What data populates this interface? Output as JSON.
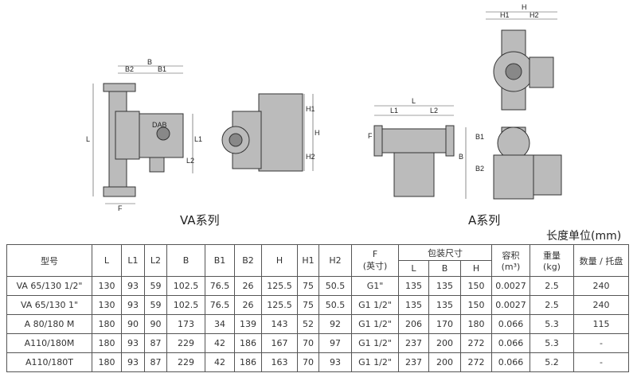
{
  "drawings": {
    "va_caption": "VA系列",
    "a_caption": "A系列",
    "labels": {
      "B": "B",
      "B1": "B1",
      "B2": "B2",
      "L": "L",
      "L1": "L1",
      "L2": "L2",
      "F": "F",
      "H": "H",
      "H1": "H1",
      "H2": "H2"
    },
    "brand": "DAB"
  },
  "unit_note": "长度单位(mm)",
  "table": {
    "headers": {
      "model": "型号",
      "L": "L",
      "L1": "L1",
      "L2": "L2",
      "B": "B",
      "B1": "B1",
      "B2": "B2",
      "H": "H",
      "H1": "H1",
      "H2": "H2",
      "F": "F",
      "F_unit": "(英寸)",
      "pack": "包装尺寸",
      "pack_L": "L",
      "pack_B": "B",
      "pack_H": "H",
      "volume": "容积",
      "volume_unit": "(m³)",
      "weight": "重量",
      "weight_unit": "(kg)",
      "qty": "数量 / 托盘"
    },
    "rows": [
      [
        "VA 65/130 1/2\"",
        "130",
        "93",
        "59",
        "102.5",
        "76.5",
        "26",
        "125.5",
        "75",
        "50.5",
        "G1\"",
        "135",
        "135",
        "150",
        "0.0027",
        "2.5",
        "240"
      ],
      [
        "VA 65/130 1\"",
        "130",
        "93",
        "59",
        "102.5",
        "76.5",
        "26",
        "125.5",
        "75",
        "50.5",
        "G1 1/2\"",
        "135",
        "135",
        "150",
        "0.0027",
        "2.5",
        "240"
      ],
      [
        "A 80/180 M",
        "180",
        "90",
        "90",
        "173",
        "34",
        "139",
        "143",
        "52",
        "92",
        "G1 1/2\"",
        "206",
        "170",
        "180",
        "0.066",
        "5.3",
        "115"
      ],
      [
        "A110/180M",
        "180",
        "93",
        "87",
        "229",
        "42",
        "186",
        "167",
        "70",
        "97",
        "G1 1/2\"",
        "237",
        "200",
        "272",
        "0.066",
        "5.3",
        "-"
      ],
      [
        "A110/180T",
        "180",
        "93",
        "87",
        "229",
        "42",
        "186",
        "163",
        "70",
        "93",
        "G1 1/2\"",
        "237",
        "200",
        "272",
        "0.066",
        "5.2",
        "-"
      ]
    ]
  }
}
